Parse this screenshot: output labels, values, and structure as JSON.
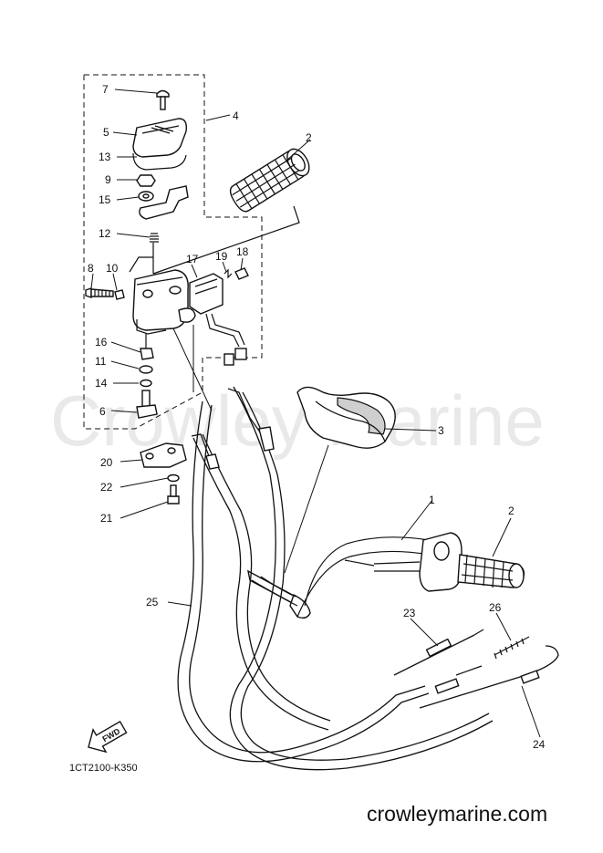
{
  "watermark": "Crowley Marine",
  "footer_url": "crowleymarine.com",
  "diagram_code": "1CT2100-K350",
  "fwd_label": "FWD",
  "callouts": {
    "c1": "1",
    "c2a": "2",
    "c2b": "2",
    "c3": "3",
    "c4": "4",
    "c5": "5",
    "c6": "6",
    "c7": "7",
    "c8": "8",
    "c9": "9",
    "c10": "10",
    "c11": "11",
    "c12": "12",
    "c13": "13",
    "c14": "14",
    "c15": "15",
    "c16": "16",
    "c17": "17",
    "c18": "18",
    "c19": "19",
    "c20": "20",
    "c21": "21",
    "c22": "22",
    "c23": "23",
    "c24": "24",
    "c25": "25",
    "c26": "26"
  }
}
